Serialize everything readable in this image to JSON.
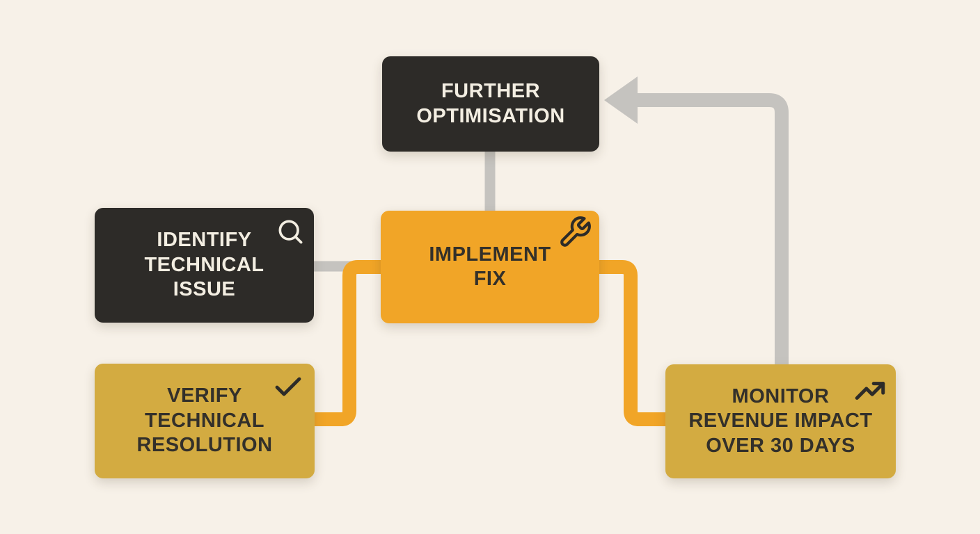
{
  "diagram": {
    "type": "flowchart",
    "background_color": "#f7f1e8",
    "colors": {
      "dark_box": "#2d2b28",
      "orange_box": "#f1a527",
      "gold_box": "#d3ab41",
      "connector_gray": "#c5c3bf",
      "connector_orange": "#f1a527",
      "text_on_dark": "#f3eee2",
      "text_on_light": "#33302a"
    },
    "nodes": [
      {
        "id": "identify-technical-issue",
        "label": "IDENTIFY\nTECHNICAL\nISSUE",
        "icon": "search-icon",
        "style": "dark"
      },
      {
        "id": "implement-fix",
        "label": "IMPLEMENT\nFIX",
        "icon": "wrench-icon",
        "style": "orange"
      },
      {
        "id": "further-optimisation",
        "label": "FURTHER\nOPTIMISATION",
        "icon": "",
        "style": "dark"
      },
      {
        "id": "verify-technical-resolution",
        "label": "VERIFY\nTECHNICAL\nRESOLUTION",
        "icon": "check-icon",
        "style": "gold"
      },
      {
        "id": "monitor-revenue-impact",
        "label": "MONITOR\nREVENUE IMPACT\nOVER 30 DAYS",
        "icon": "trend-up-icon",
        "style": "gold"
      }
    ],
    "edges": [
      {
        "from": "identify-technical-issue",
        "to": "implement-fix",
        "color": "gray",
        "arrow": false
      },
      {
        "from": "implement-fix",
        "to": "further-optimisation",
        "color": "gray",
        "arrow": false
      },
      {
        "from": "implement-fix",
        "to": "verify-technical-resolution",
        "color": "orange",
        "arrow": false
      },
      {
        "from": "implement-fix",
        "to": "monitor-revenue-impact",
        "color": "orange",
        "arrow": false
      },
      {
        "from": "monitor-revenue-impact",
        "to": "further-optimisation",
        "color": "gray",
        "arrow": true
      }
    ]
  }
}
